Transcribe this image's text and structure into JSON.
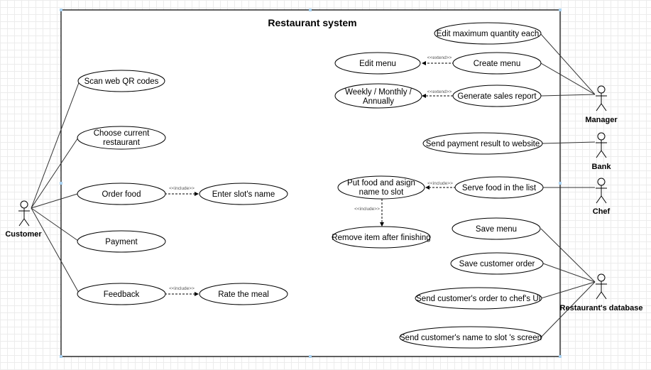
{
  "system": {
    "title": "Restaurant system"
  },
  "actors": {
    "customer": "Customer",
    "manager": "Manager",
    "bank": "Bank",
    "chef": "Chef",
    "database": "Restaurant's database"
  },
  "use_cases": {
    "scan_qr": "Scan web QR codes",
    "choose_restaurant": [
      "Choose current",
      "restaurant"
    ],
    "order_food": "Order food",
    "enter_slot_name": "Enter slot's name",
    "payment": "Payment",
    "feedback": "Feedback",
    "rate_meal": "Rate the meal",
    "edit_max_quantity": "Edit maximum quantity each",
    "edit_menu": "Edit menu",
    "create_menu": "Create menu",
    "report_period": [
      "Weekly / Monthly /",
      "Annually"
    ],
    "generate_sales_report": "Generate sales report",
    "send_payment_result": "Send payment result to website",
    "put_food_slot": [
      "Put food and asign",
      "name to slot"
    ],
    "serve_food": "Serve food in the list",
    "remove_item": "Remove item after finishing",
    "save_menu": "Save menu",
    "save_customer_order": "Save customer order",
    "send_order_chef_ui": "Send customer's order to chef's UI",
    "send_name_slot_screen": "Send customer's name to slot 's screen"
  },
  "stereotypes": {
    "include": "<<include>>",
    "extend": "<<extend>>"
  }
}
